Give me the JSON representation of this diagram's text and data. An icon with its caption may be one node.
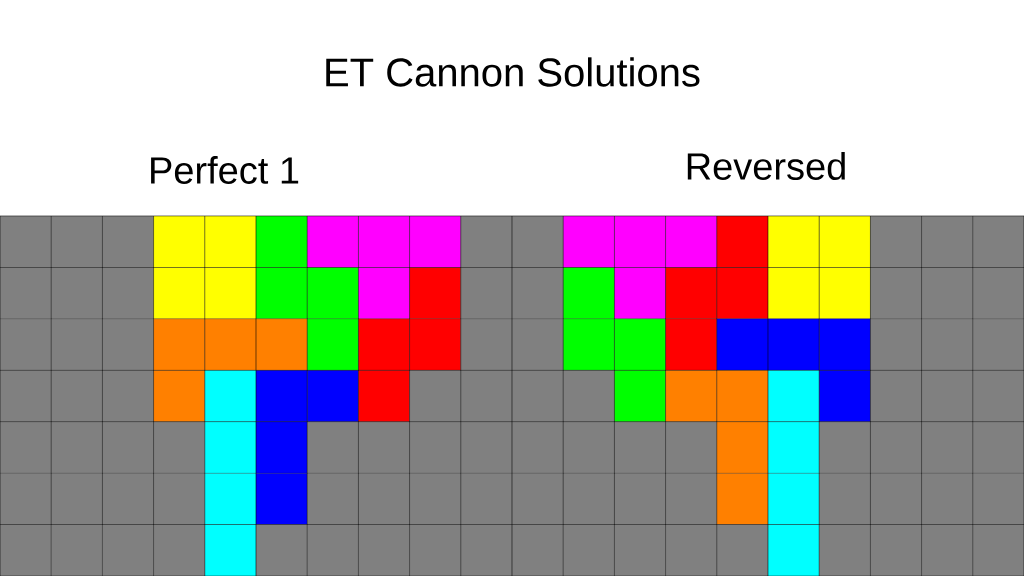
{
  "diagram": {
    "title": "ET Cannon Solutions",
    "labels": [
      "Perfect 1",
      "Reversed"
    ]
  }
}
